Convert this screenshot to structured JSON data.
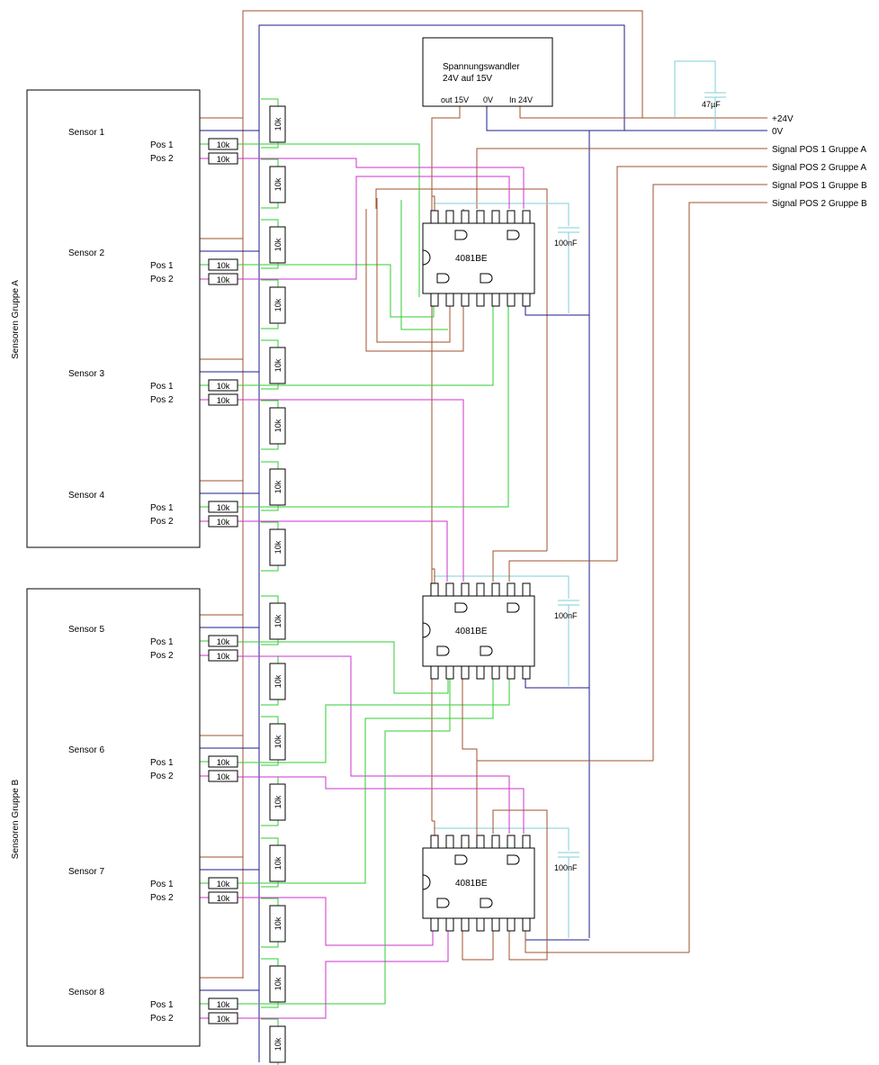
{
  "groups": [
    {
      "label": "Sensoren Gruppe A"
    },
    {
      "label": "Sensoren Gruppe B"
    }
  ],
  "sensors": [
    {
      "name": "Sensor 1",
      "pos1": "Pos 1",
      "pos2": "Pos 2"
    },
    {
      "name": "Sensor 2",
      "pos1": "Pos 1",
      "pos2": "Pos 2"
    },
    {
      "name": "Sensor 3",
      "pos1": "Pos 1",
      "pos2": "Pos 2"
    },
    {
      "name": "Sensor 4",
      "pos1": "Pos 1",
      "pos2": "Pos 2"
    },
    {
      "name": "Sensor 5",
      "pos1": "Pos 1",
      "pos2": "Pos 2"
    },
    {
      "name": "Sensor 6",
      "pos1": "Pos 1",
      "pos2": "Pos 2"
    },
    {
      "name": "Sensor 7",
      "pos1": "Pos 1",
      "pos2": "Pos 2"
    },
    {
      "name": "Sensor 8",
      "pos1": "Pos 1",
      "pos2": "Pos 2"
    }
  ],
  "resistor_value": "10k",
  "converter": {
    "title": "Spannungswandler",
    "subtitle": "24V auf 15V",
    "pin_out": "out 15V",
    "pin_gnd": "0V",
    "pin_in": "In 24V"
  },
  "capacitor_large": "47µF",
  "capacitor_small": "100nF",
  "chip_label": "4081BE",
  "rails": [
    {
      "label": "+24V"
    },
    {
      "label": "0V"
    },
    {
      "label": "Signal POS 1 Gruppe A"
    },
    {
      "label": "Signal POS 2 Gruppe A"
    },
    {
      "label": "Signal POS 1 Gruppe B"
    },
    {
      "label": "Signal POS 2 Gruppe B"
    }
  ],
  "colors": {
    "supply_24v": "#a0522d",
    "ground": "#1c1c8c",
    "pos1": "#32cd32",
    "pos2": "#cc33cc",
    "decoupling": "#7fcfd8",
    "outline": "#000000"
  }
}
